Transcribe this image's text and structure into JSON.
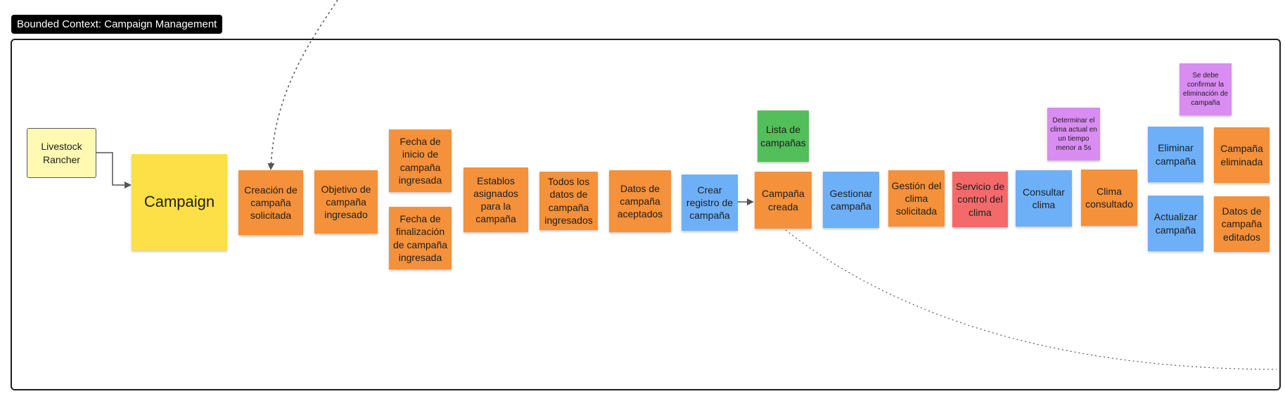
{
  "context_label": "Bounded Context: Campaign Management",
  "actor": "Livestock Rancher",
  "aggregate": "Campaign",
  "notes": {
    "creacion": "Creación de campaña solicitada",
    "objetivo": "Objetivo de campaña ingresado",
    "fecha_inicio": "Fecha de inicio de campaña ingresada",
    "fecha_fin": "Fecha de finalización de campaña ingresada",
    "establos": "Establos asignados para la campaña",
    "todos_datos": "Todos los datos de campaña ingresados",
    "datos_aceptados": "Datos de campaña aceptados",
    "crear_registro": "Crear registro de campaña",
    "lista": "Lista de campañas",
    "campana_creada": "Campaña creada",
    "gestionar": "Gestionar campaña",
    "gestion_clima": "Gestión del clima solicitada",
    "servicio_clima": "Servicio de control del clima",
    "consultar_clima": "Consultar clima",
    "clima_consultado": "Clima consultado",
    "policy_clima": "Determinar el clima actual en un tiempo menor a 5s",
    "policy_eliminar": "Se debe confirmar la eliminación de campaña",
    "eliminar": "Eliminar campaña",
    "eliminada": "Campaña eliminada",
    "actualizar": "Actualizar campaña",
    "editados": "Datos de campaña editados"
  },
  "colors": {
    "domain_event": "#f5913a",
    "command": "#6eb0f7",
    "read_model": "#52bf5a",
    "external_system": "#f46a6a",
    "policy": "#d98cf2",
    "aggregate": "#fde047",
    "actor": "#fff9b1"
  }
}
